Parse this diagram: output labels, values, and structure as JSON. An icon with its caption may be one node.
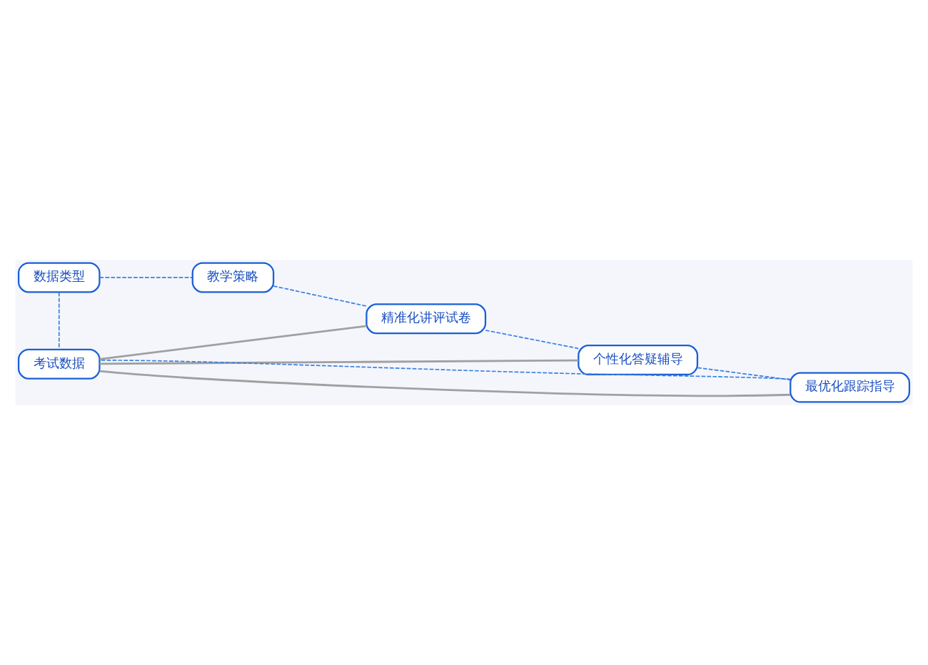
{
  "diagram": {
    "nodes": [
      {
        "text": [
          "数据类型"
        ]
      },
      {
        "text": [
          "教学策略"
        ]
      },
      {
        "text": [
          "考试数据"
        ]
      },
      {
        "text": [
          "精准化讲评试卷"
        ]
      },
      {
        "text": [
          "个性化答疑辅导"
        ]
      },
      {
        "text": [
          "最优化跟踪指导"
        ]
      }
    ],
    "edges": [
      {
        "from": 0,
        "to": 1,
        "arrow": "none",
        "style": "dashed"
      },
      {
        "from": 0,
        "to": 2,
        "arrow": "none",
        "style": "dashed"
      },
      {
        "from": 1,
        "to": 3,
        "arrow": "none",
        "style": "dashed"
      },
      {
        "from": 3,
        "to": 4,
        "arrow": "none",
        "style": "dashed"
      },
      {
        "from": 4,
        "to": 5,
        "arrow": "none",
        "style": "dashed"
      },
      {
        "from": 5,
        "to": 2,
        "arrow": "none",
        "style": "dashed"
      },
      {
        "from": 2,
        "to": 3,
        "arrow": "none",
        "color": "#a0a0a0"
      },
      {
        "from": 2,
        "to": 4,
        "arrow": "none",
        "color": "#a0a0a0"
      },
      {
        "from": 2,
        "to": 5,
        "arrow": "none",
        "color": "#a0a0a0"
      }
    ]
  }
}
